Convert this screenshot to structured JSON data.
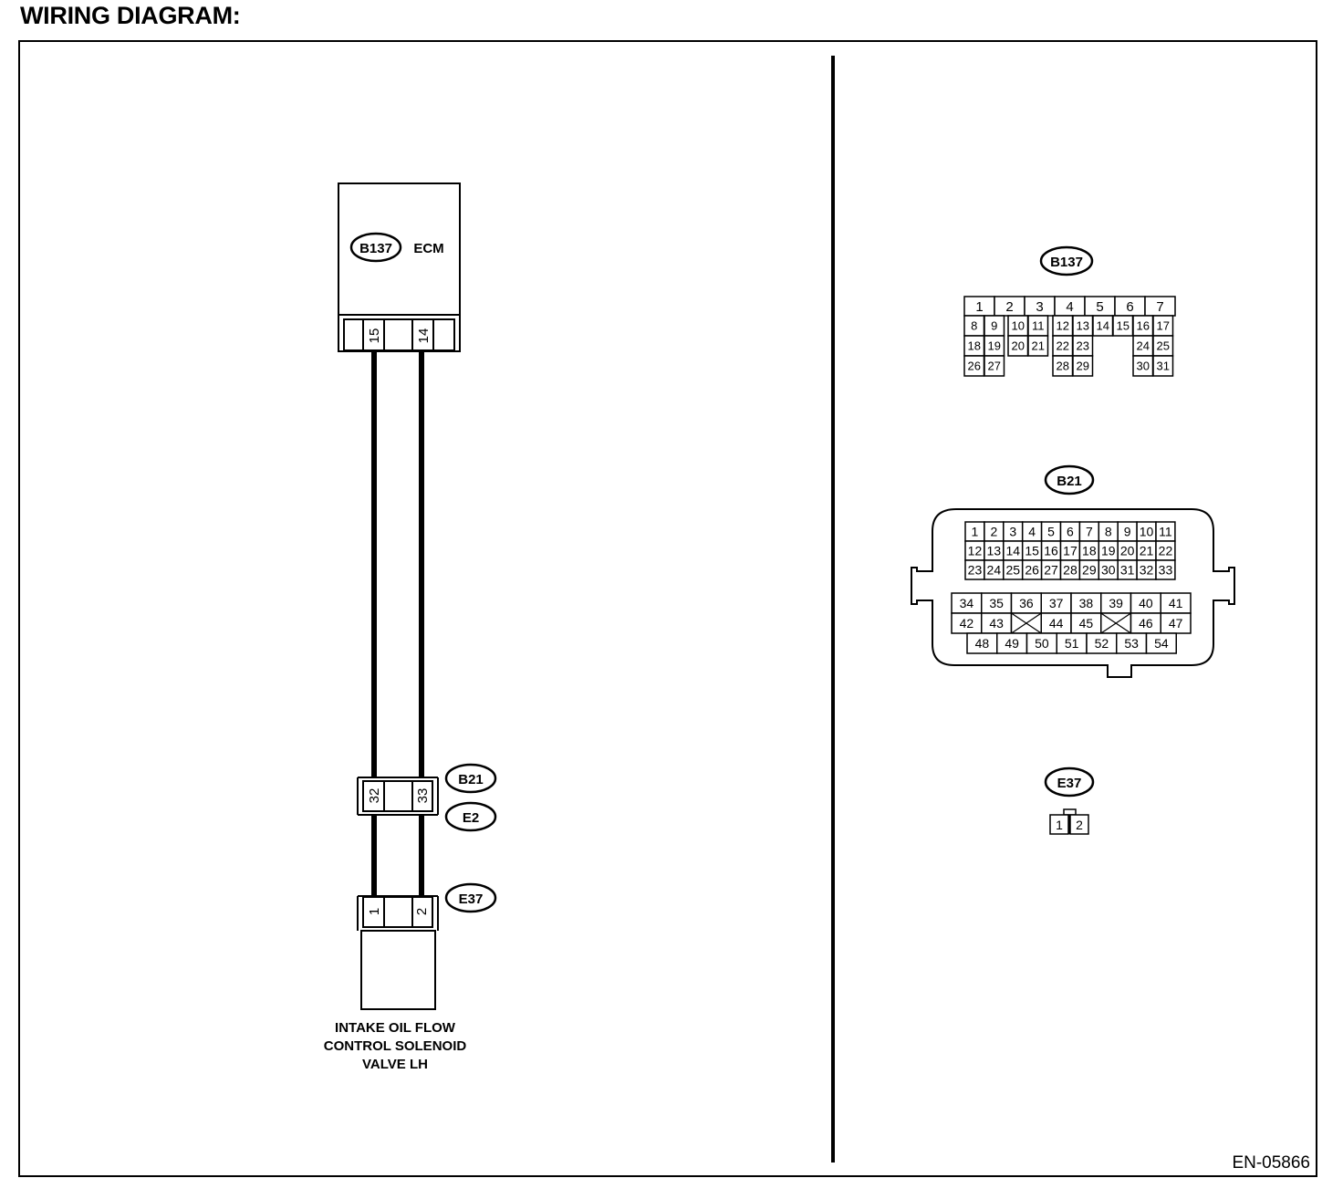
{
  "title": "WIRING DIAGRAM:",
  "diagram_code": "EN-05866",
  "ecm": {
    "connector_id": "B137",
    "label": "ECM",
    "pins": [
      "15",
      "14"
    ]
  },
  "joint_connector": {
    "ids": [
      "B21",
      "E2"
    ],
    "pins": [
      "32",
      "33"
    ]
  },
  "solenoid": {
    "connector_id": "E37",
    "pins": [
      "1",
      "2"
    ],
    "name_lines": [
      "INTAKE OIL FLOW",
      "CONTROL SOLENOID",
      "VALVE LH"
    ]
  },
  "connector_views": {
    "b137": {
      "id": "B137",
      "rows": [
        [
          "1",
          "2",
          "3",
          "4",
          "5",
          "6",
          "7"
        ],
        [
          "8",
          "9",
          "10",
          "11",
          "12",
          "13",
          "14",
          "15",
          "16",
          "17"
        ],
        [
          "18",
          "19",
          "20",
          "21",
          "22",
          "23",
          "24",
          "25"
        ],
        [
          "26",
          "27",
          "28",
          "29",
          "30",
          "31"
        ]
      ]
    },
    "b21": {
      "id": "B21",
      "upper_rows": [
        [
          "1",
          "2",
          "3",
          "4",
          "5",
          "6",
          "7",
          "8",
          "9",
          "10",
          "11"
        ],
        [
          "12",
          "13",
          "14",
          "15",
          "16",
          "17",
          "18",
          "19",
          "20",
          "21",
          "22"
        ],
        [
          "23",
          "24",
          "25",
          "26",
          "27",
          "28",
          "29",
          "30",
          "31",
          "32",
          "33"
        ]
      ],
      "lower_rows": [
        [
          "34",
          "35",
          "36",
          "37",
          "38",
          "39",
          "40",
          "41"
        ],
        [
          "42",
          "43",
          "",
          "44",
          "45",
          "",
          "46",
          "47"
        ],
        [
          "48",
          "49",
          "50",
          "51",
          "52",
          "53",
          "54"
        ]
      ]
    },
    "e37": {
      "id": "E37",
      "pins": [
        "1",
        "2"
      ]
    }
  }
}
